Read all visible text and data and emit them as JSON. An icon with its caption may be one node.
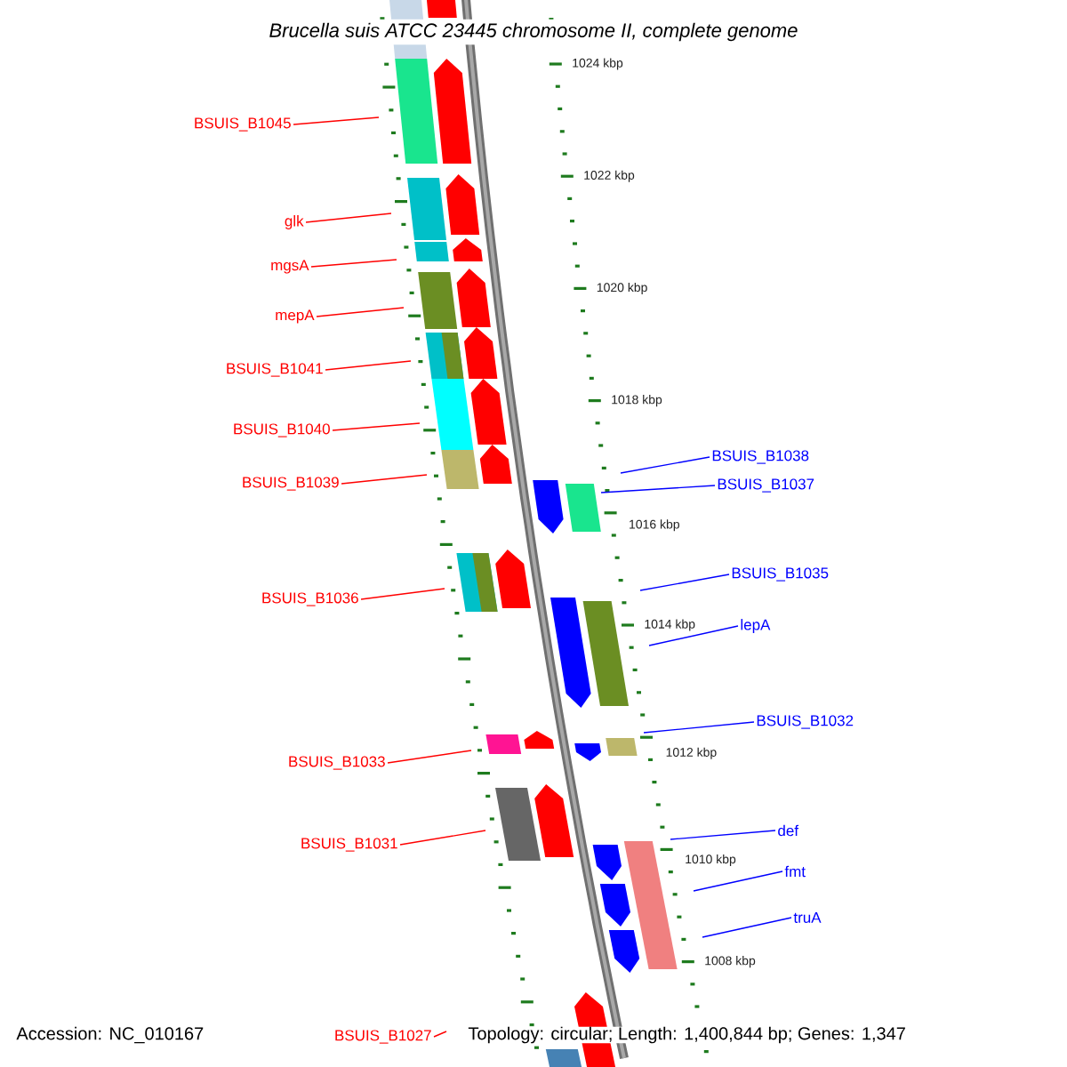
{
  "diagram": {
    "title": "Brucella suis ATCC 23445 chromosome II, complete genome",
    "nodes": [
      {
        "text": [
          "BSUIS_B1045"
        ]
      },
      {
        "text": [
          "glk"
        ]
      },
      {
        "text": [
          "mgsA"
        ]
      },
      {
        "text": [
          "mepA"
        ]
      },
      {
        "text": [
          "BSUIS_B1041"
        ]
      },
      {
        "text": [
          "BSUIS_B1040"
        ]
      },
      {
        "text": [
          "BSUIS_B1039"
        ]
      },
      {
        "text": [
          "BSUIS_B1036"
        ]
      },
      {
        "text": [
          "BSUIS_B1033"
        ]
      },
      {
        "text": [
          "BSUIS_B1031"
        ]
      },
      {
        "text": [
          "BSUIS_B1027"
        ]
      },
      {
        "text": [
          "BSUIS_B1038"
        ]
      },
      {
        "text": [
          "BSUIS_B1037"
        ]
      },
      {
        "text": [
          "BSUIS_B1035"
        ]
      },
      {
        "text": [
          "lepA"
        ]
      },
      {
        "text": [
          "BSUIS_B1032"
        ]
      },
      {
        "text": [
          "def"
        ]
      },
      {
        "text": [
          "fmt"
        ]
      },
      {
        "text": [
          "truA"
        ]
      }
    ],
    "edges": [
      {
        "from": 0,
        "to": null,
        "arrow": "none"
      },
      {
        "from": 1,
        "to": null,
        "arrow": "none"
      },
      {
        "from": 2,
        "to": null,
        "arrow": "none"
      },
      {
        "from": 3,
        "to": null,
        "arrow": "none"
      },
      {
        "from": 4,
        "to": null,
        "arrow": "none"
      },
      {
        "from": 5,
        "to": null,
        "arrow": "none"
      },
      {
        "from": 6,
        "to": null,
        "arrow": "none"
      },
      {
        "from": 7,
        "to": null,
        "arrow": "none"
      },
      {
        "from": 8,
        "to": null,
        "arrow": "none"
      },
      {
        "from": 9,
        "to": null,
        "arrow": "none"
      },
      {
        "from": 10,
        "to": null,
        "arrow": "none"
      },
      {
        "from": 11,
        "to": null,
        "arrow": "none",
        "color": "#0000ff"
      },
      {
        "from": 12,
        "to": null,
        "arrow": "none",
        "color": "#0000ff"
      },
      {
        "from": 13,
        "to": null,
        "arrow": "none",
        "color": "#0000ff"
      },
      {
        "from": 14,
        "to": null,
        "arrow": "none",
        "color": "#0000ff"
      },
      {
        "from": 15,
        "to": null,
        "arrow": "none",
        "color": "#0000ff"
      },
      {
        "from": 16,
        "to": null,
        "arrow": "none",
        "color": "#0000ff"
      },
      {
        "from": 17,
        "to": null,
        "arrow": "none",
        "color": "#0000ff"
      },
      {
        "from": 18,
        "to": null,
        "arrow": "none",
        "color": "#0000ff"
      }
    ],
    "labels": [
      "1024 kbp",
      "1022 kbp",
      "1020 kbp",
      "1018 kbp",
      "1016 kbp",
      "1014 kbp",
      "1012 kbp",
      "1010 kbp",
      "1008 kbp",
      "Accession: NC_010167",
      "Topology: circular; Length: 1,400,844 bp; Genes: 1,347"
    ]
  }
}
